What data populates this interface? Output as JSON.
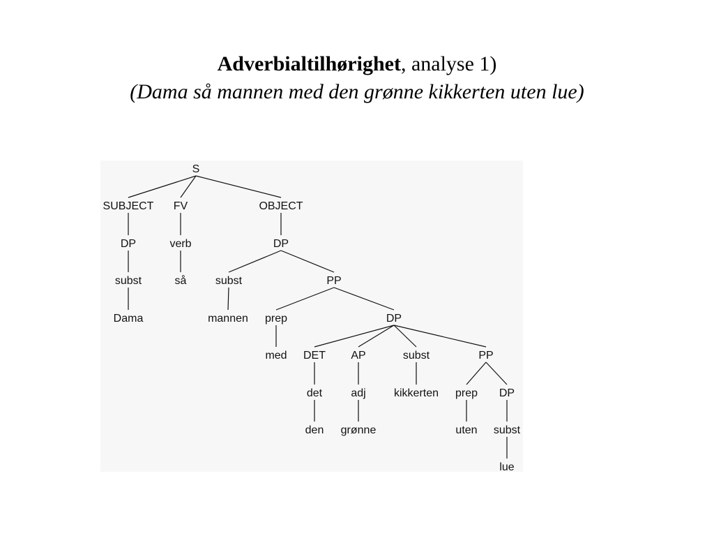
{
  "slide": {
    "title_bold": "Adverbialtilhørighet",
    "title_rest": ", analyse 1)",
    "subtitle": "(Dama så mannen med den grønne kikkerten uten lue)"
  },
  "tree": {
    "nodes": [
      {
        "id": "s",
        "label": "S"
      },
      {
        "id": "subject",
        "label": "SUBJECT",
        "parent": "s"
      },
      {
        "id": "fv",
        "label": "FV",
        "parent": "s"
      },
      {
        "id": "object",
        "label": "OBJECT",
        "parent": "s"
      },
      {
        "id": "dp1",
        "label": "DP",
        "parent": "subject"
      },
      {
        "id": "verb",
        "label": "verb",
        "parent": "fv"
      },
      {
        "id": "dp2",
        "label": "DP",
        "parent": "object"
      },
      {
        "id": "subst1",
        "label": "subst",
        "parent": "dp1"
      },
      {
        "id": "saa",
        "label": "så",
        "parent": "verb"
      },
      {
        "id": "subst2",
        "label": "subst",
        "parent": "dp2"
      },
      {
        "id": "pp1",
        "label": "PP",
        "parent": "dp2"
      },
      {
        "id": "dama",
        "label": "Dama",
        "parent": "subst1"
      },
      {
        "id": "mannen",
        "label": "mannen",
        "parent": "subst2"
      },
      {
        "id": "prep1",
        "label": "prep",
        "parent": "pp1"
      },
      {
        "id": "dp3",
        "label": "DP",
        "parent": "pp1"
      },
      {
        "id": "med",
        "label": "med",
        "parent": "prep1"
      },
      {
        "id": "det",
        "label": "DET",
        "parent": "dp3"
      },
      {
        "id": "ap",
        "label": "AP",
        "parent": "dp3"
      },
      {
        "id": "subst3",
        "label": "subst",
        "parent": "dp3"
      },
      {
        "id": "pp2",
        "label": "PP",
        "parent": "dp3"
      },
      {
        "id": "det_l",
        "label": "det",
        "parent": "det"
      },
      {
        "id": "adj",
        "label": "adj",
        "parent": "ap"
      },
      {
        "id": "kikkerten",
        "label": "kikkerten",
        "parent": "subst3"
      },
      {
        "id": "prep2",
        "label": "prep",
        "parent": "pp2"
      },
      {
        "id": "dp4",
        "label": "DP",
        "parent": "pp2"
      },
      {
        "id": "den",
        "label": "den",
        "parent": "det_l"
      },
      {
        "id": "gronne",
        "label": "grønne",
        "parent": "adj"
      },
      {
        "id": "uten",
        "label": "uten",
        "parent": "prep2"
      },
      {
        "id": "subst4",
        "label": "subst",
        "parent": "dp4"
      },
      {
        "id": "lue",
        "label": "lue",
        "parent": "subst4"
      }
    ]
  }
}
